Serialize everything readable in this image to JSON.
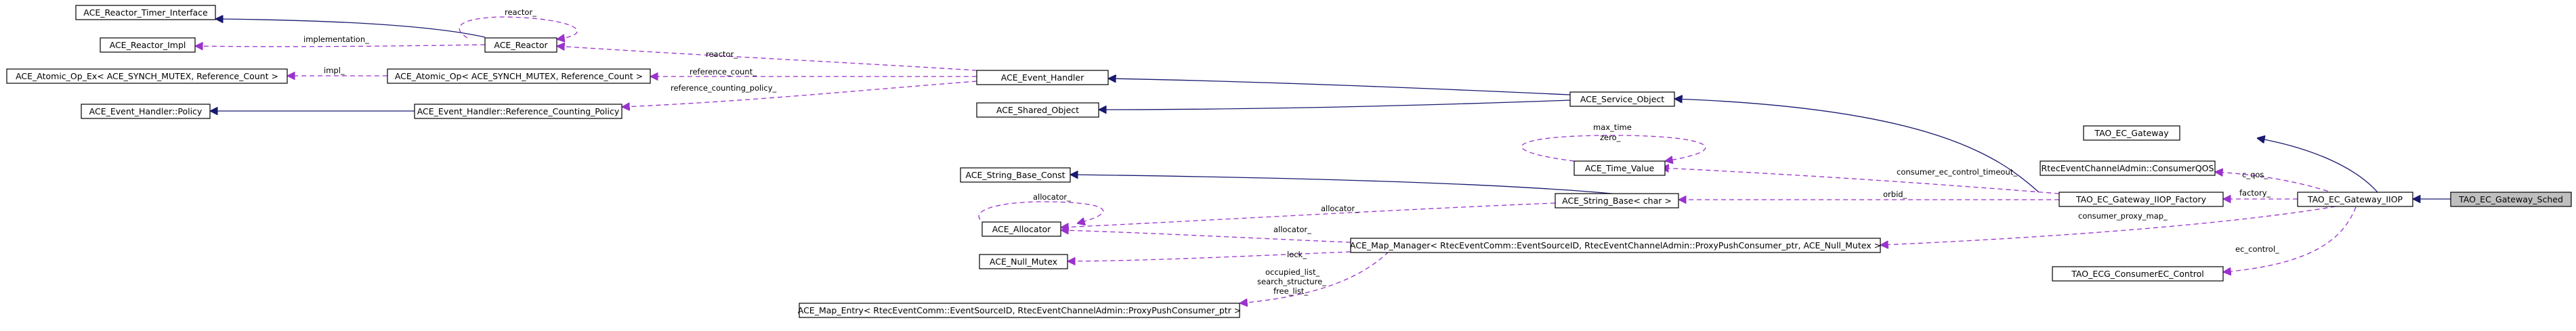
{
  "nodes": {
    "reactor_timer_interface": "ACE_Reactor_Timer_Interface",
    "reactor_impl": "ACE_Reactor_Impl",
    "reactor": "ACE_Reactor",
    "atomic_op_ex": "ACE_Atomic_Op_Ex< ACE_SYNCH_MUTEX, Reference_Count >",
    "atomic_op": "ACE_Atomic_Op< ACE_SYNCH_MUTEX, Reference_Count >",
    "event_handler_policy": "ACE_Event_Handler::Policy",
    "ref_counting_policy": "ACE_Event_Handler::Reference_Counting_Policy",
    "event_handler": "ACE_Event_Handler",
    "shared_object": "ACE_Shared_Object",
    "service_object": "ACE_Service_Object",
    "time_value": "ACE_Time_Value",
    "string_base_const": "ACE_String_Base_Const",
    "string_base": "ACE_String_Base< char >",
    "allocator": "ACE_Allocator",
    "null_mutex": "ACE_Null_Mutex",
    "map_manager": "ACE_Map_Manager< RtecEventComm::EventSourceID, RtecEventChannelAdmin::ProxyPushConsumer_ptr, ACE_Null_Mutex >",
    "map_entry": "ACE_Map_Entry< RtecEventComm::EventSourceID, RtecEventChannelAdmin::ProxyPushConsumer_ptr >",
    "tao_ec_gateway": "TAO_EC_Gateway",
    "consumer_qos": "RtecEventChannelAdmin::ConsumerQOS",
    "gateway_iiop_factory": "TAO_EC_Gateway_IIOP_Factory",
    "gateway_iiop": "TAO_EC_Gateway_IIOP",
    "gateway_sched": "TAO_EC_Gateway_Sched",
    "ecg_consumer_ec_control": "TAO_ECG_ConsumerEC_Control"
  },
  "edge_labels": {
    "reactor_self": "reactor_",
    "implementation": "implementation_",
    "impl": "impl_",
    "reference_count": "reference_count_",
    "reference_counting_policy": "reference_counting_policy_",
    "reactor_eh": "reactor_",
    "max_time": "max_time",
    "zero": "zero_",
    "consumer_ec_control_timeout": "consumer_ec_control_timeout_",
    "orbid": "orbid_",
    "allocator_self": "allocator_",
    "allocator_sb": "allocator_",
    "allocator_mm": "allocator_",
    "lock": "lock_",
    "occupied_list": "occupied_list_",
    "search_structure": "search_structure_",
    "free_list": "free_list_",
    "consumer_proxy_map": "consumer_proxy_map_",
    "c_qos": "c_qos_",
    "factory": "factory_",
    "ec_control": "ec_control_"
  },
  "colors": {
    "inheritance_edge": "#191970",
    "usage_edge": "#9a32cd",
    "highlight_node": "#bfbfbf"
  }
}
